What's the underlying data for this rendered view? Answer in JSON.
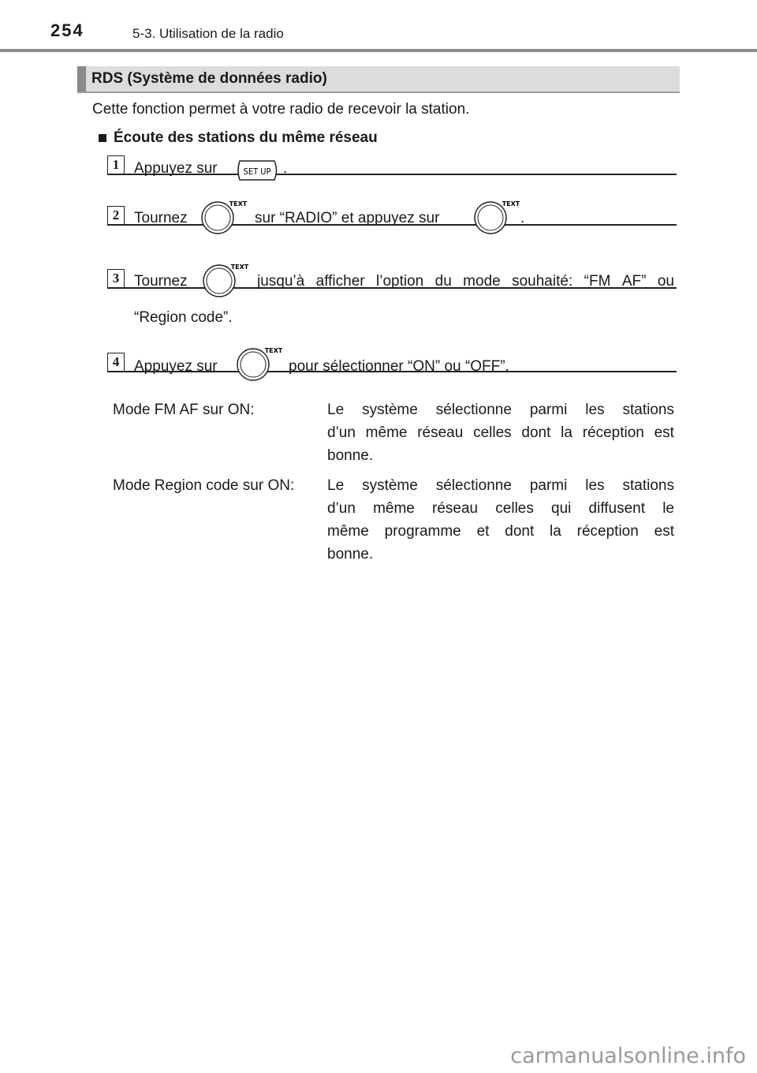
{
  "header": {
    "page_number": "254",
    "chapter": "5-3. Utilisation de la radio"
  },
  "section": {
    "title": "RDS (Système de données radio)",
    "intro": "Cette fonction permet à votre radio de recevoir la station.",
    "subsection": "Écoute des stations du même réseau"
  },
  "icons": {
    "setup_button": "SET UP",
    "knob_label": "TEXT"
  },
  "steps": [
    {
      "number": "1",
      "before": "Appuyez sur",
      "after": "."
    },
    {
      "number": "2",
      "before": "Tournez",
      "middle": "sur “RADIO” et appuyez sur",
      "after": "."
    },
    {
      "number": "3",
      "before": "Tournez",
      "words": [
        "jusqu’à",
        "afficher",
        "l’option",
        "du",
        "mode",
        "souhaité:",
        "“FM",
        "AF”",
        "ou"
      ],
      "line2": "“Region code”."
    },
    {
      "number": "4",
      "before": "Appuyez sur",
      "after": "pour sélectionner “ON” ou “OFF”."
    }
  ],
  "modes": [
    {
      "label": "Mode FM AF sur ON:",
      "lines": [
        [
          "Le",
          "système",
          "sélectionne",
          "parmi",
          "les",
          "stations"
        ],
        [
          "d’un",
          "même",
          "réseau",
          "celles",
          "dont",
          "la",
          "réception",
          "est"
        ]
      ],
      "last": "bonne."
    },
    {
      "label": "Mode Region code sur ON:",
      "lines": [
        [
          "Le",
          "système",
          "sélectionne",
          "parmi",
          "les",
          "stations"
        ],
        [
          "d’un",
          "même",
          "réseau",
          "celles",
          "qui",
          "diffusent",
          "le"
        ],
        [
          "même",
          "programme",
          "et",
          "dont",
          "la",
          "réception",
          "est"
        ]
      ],
      "last": "bonne."
    }
  ],
  "watermark": "carmanualsonline.info"
}
